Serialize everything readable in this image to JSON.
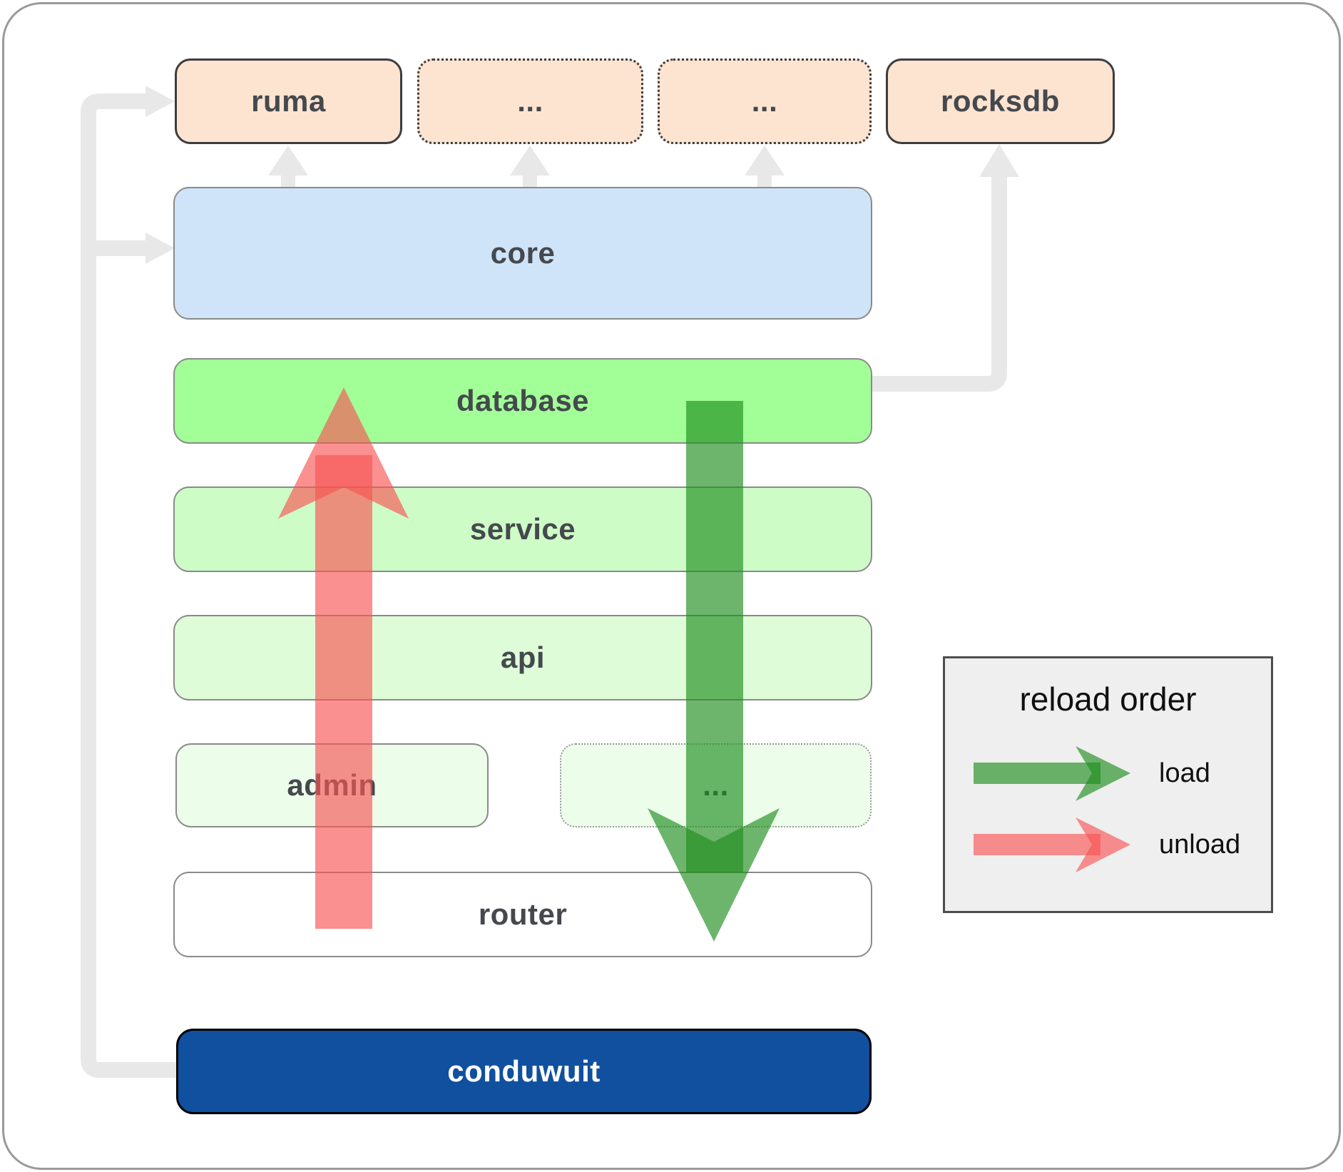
{
  "boxes": {
    "top_row": [
      {
        "label": "ruma"
      },
      {
        "label": "..."
      },
      {
        "label": "..."
      },
      {
        "label": "rocksdb"
      }
    ],
    "core": {
      "label": "core"
    },
    "database": {
      "label": "database"
    },
    "service": {
      "label": "service"
    },
    "api": {
      "label": "api"
    },
    "admin": {
      "label": "admin"
    },
    "admin_more": {
      "label": "..."
    },
    "router": {
      "label": "router"
    },
    "conduwuit": {
      "label": "conduwuit"
    }
  },
  "legend": {
    "title": "reload order",
    "items": [
      {
        "label": "load"
      },
      {
        "label": "unload"
      }
    ]
  },
  "colors": {
    "module_peach": "#fce4d1",
    "core_blue": "#cfe4f8",
    "database_green": "#a2fe97",
    "service_green": "#cdfcc7",
    "api_green": "#defcd8",
    "admin_green": "#ecfdea",
    "router_white": "#ffffff",
    "conduwuit_navy": "#10509f",
    "connector_gray": "#e8e8e8",
    "load_green": "#1e8d1d",
    "unload_red": "#f75454",
    "legend_bg": "#efefef"
  }
}
